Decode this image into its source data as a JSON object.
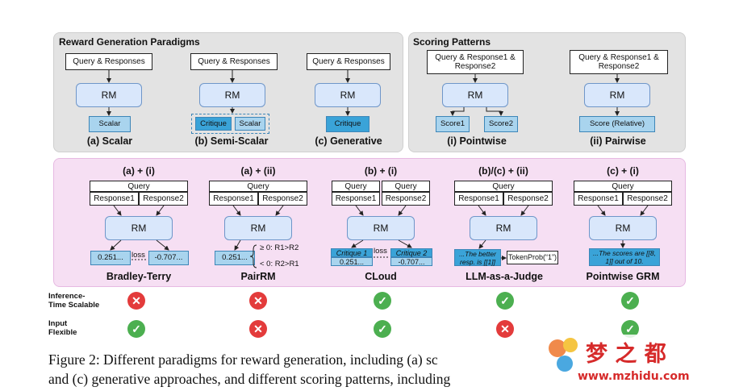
{
  "paradigms": {
    "title": "Reward Generation Paradigms",
    "query_label": "Query & Responses",
    "rm_label": "RM",
    "scalar": {
      "output": "Scalar",
      "caption": "(a) Scalar"
    },
    "semi": {
      "critique": "Critique",
      "scalar": "Scalar",
      "caption": "(b) Semi-Scalar"
    },
    "generative": {
      "critique": "Critique",
      "caption": "(c) Generative"
    }
  },
  "scoring": {
    "title": "Scoring Patterns",
    "pointwise": {
      "query": "Query & Response1 & Response2",
      "rm": "RM",
      "score1": "Score1",
      "score2": "Score2",
      "caption": "(i) Pointwise"
    },
    "pairwise": {
      "query": "Query & Response1 & Response2",
      "rm": "RM",
      "score": "Score (Relative)",
      "caption": "(ii) Pairwise"
    }
  },
  "methods": [
    {
      "header": "(a) + (i)",
      "query": "Query",
      "resp1": "Response1",
      "resp2": "Response2",
      "rm": "RM",
      "out1": "0.251...",
      "loss": "loss",
      "out2": "-0.707...",
      "name": "Bradley-Terry"
    },
    {
      "header": "(a) + (ii)",
      "query": "Query",
      "resp1": "Response1",
      "resp2": "Response2",
      "rm": "RM",
      "out1": "0.251...",
      "cond1": "≥ 0: R1>R2",
      "cond2": "< 0: R2>R1",
      "name": "PairRM"
    },
    {
      "header": "(b) + (i)",
      "query": "Query",
      "resp1": "Response1",
      "resp2": "Response2",
      "rm": "RM",
      "crit1": "Critique 1",
      "crit2": "Critique 2",
      "val1": "0.251...",
      "loss": "loss",
      "val2": "-0.707...",
      "name": "CLoud"
    },
    {
      "header": "(b)/(c) + (ii)",
      "query": "Query",
      "resp1": "Response1",
      "resp2": "Response2",
      "rm": "RM",
      "gen": "...The better resp. is [[1]]",
      "prob": "TokenProb(“1”)",
      "name": "LLM-as-a-Judge"
    },
    {
      "header": "(c) + (i)",
      "query": "Query",
      "resp1": "Response1",
      "resp2": "Response2",
      "rm": "RM",
      "gen": "...The scores are [[8, 1]] out of 10.",
      "name": "Pointwise GRM"
    }
  ],
  "rows": [
    {
      "label_line1": "Inference-",
      "label_line2": "Time Scalable",
      "marks": [
        "cross",
        "cross",
        "check",
        "check",
        "check"
      ]
    },
    {
      "label_line1": "Input",
      "label_line2": "Flexible",
      "marks": [
        "check",
        "cross",
        "check",
        "cross",
        "check"
      ]
    }
  ],
  "icons": {
    "check": "✓",
    "cross": "✕"
  },
  "caption": {
    "line1": "Figure 2: Different paradigms for reward generation, including (a) sc",
    "line2": "and (c) generative approaches, and different scoring patterns, including"
  },
  "watermark": {
    "text": "梦 之 都",
    "url": "www.mzhidu.com"
  },
  "colors": {
    "rm_fill": "#d9e7fb",
    "output_light": "#a9d4ee",
    "output_dark": "#3aa3d8",
    "check": "#4caf50",
    "cross": "#e33b3b",
    "pink_panel": "#f6dff3",
    "gray_panel": "#e3e3e3"
  }
}
